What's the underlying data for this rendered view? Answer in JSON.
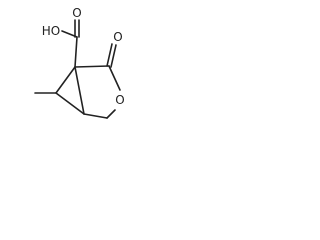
{
  "structure": {
    "labels": {
      "carboxyl_oh": "HO",
      "acid_carbonyl_o": "O",
      "lactone_carbonyl_o": "O",
      "ring_oxygen": "O"
    },
    "colors": {
      "ink": "#222222",
      "background": "#ffffff"
    }
  }
}
